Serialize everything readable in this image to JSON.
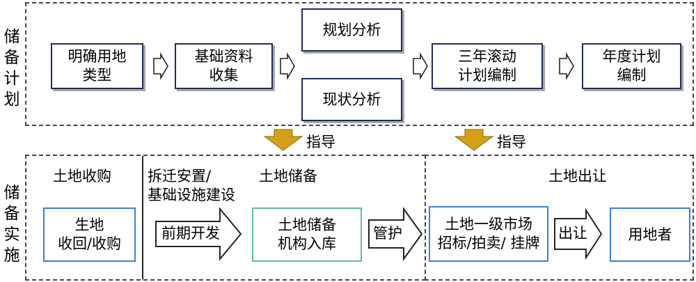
{
  "plan_section": {
    "side_label": [
      "储",
      "备",
      "计",
      "划"
    ],
    "boxes": {
      "b1": "明确用地\n类型",
      "b2": "基础资料\n收集",
      "b3": "规划分析",
      "b4": "现状分析",
      "b5": "三年滚动\n计划编制",
      "b6": "年度计划\n编制"
    }
  },
  "guide_label": "指导",
  "impl_section": {
    "side_label": [
      "储",
      "备",
      "实",
      "施"
    ],
    "acquisition_title": "土地收购",
    "acquisition_box": "生地\n收回/收购",
    "reserve_title": "土地储备",
    "demolition_label": "拆迁安置/\n基础设施建设",
    "predev_arrow": "前期开发",
    "reserve_box": "土地储备\n机构入库",
    "custody_arrow": "管护",
    "transfer_title": "土地出让",
    "market_box": "土地一级市场\n招标/拍卖/ 挂牌",
    "transfer_arrow": "出让",
    "user_box": "用地者"
  },
  "colors": {
    "guide_arrow": "#d4a017",
    "navy_border": "#1f2a5e",
    "blue_border": "#3b7fd6",
    "teal_border": "#5dbfa8"
  }
}
